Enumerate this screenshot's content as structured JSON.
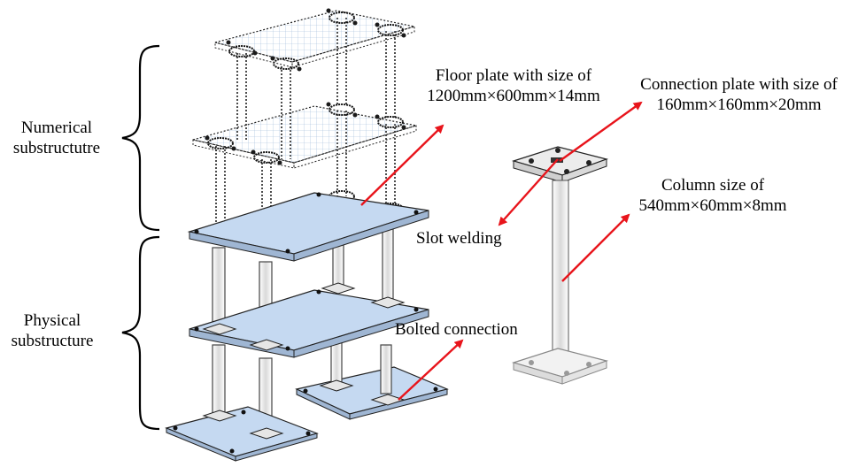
{
  "labels": {
    "numerical_line1": "Numerical",
    "numerical_line2": "substructutre",
    "physical_line1": "Physical",
    "physical_line2": "substructure",
    "floor_plate_line1": "Floor plate with size of",
    "floor_plate_line2": "1200mm×600mm×14mm",
    "connection_plate_line1": "Connection plate with size of",
    "connection_plate_line2": "160mm×160mm×20mm",
    "column_line1": "Column size of",
    "column_line2": "540mm×60mm×8mm",
    "slot_welding": "Slot welding",
    "bolted_connection": "Bolted connection"
  },
  "colors": {
    "arrow": "#e8141b",
    "physical_plate_fill": "#c5d9f1",
    "numerical_plate_fill": "#eaf2fb",
    "numerical_grid": "#9bb7d8",
    "dashed_outline": "#1a1a1a",
    "column_fill": "#f2f2f2",
    "base_plate_fill": "#e6e6e6"
  }
}
